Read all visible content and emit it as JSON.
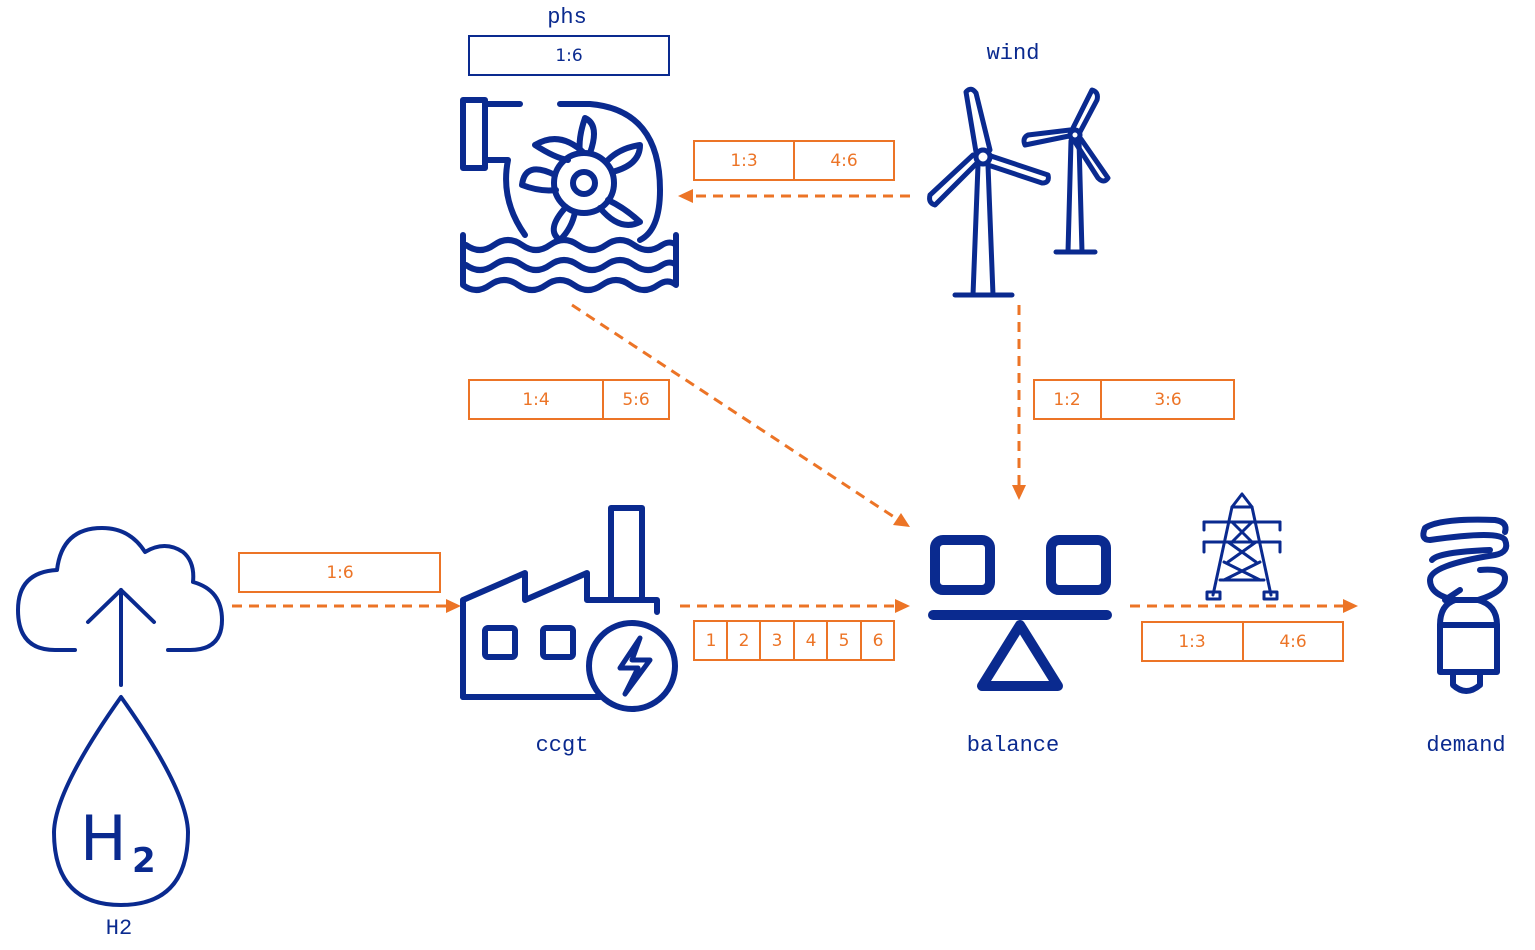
{
  "nodes": {
    "phs": {
      "label": "phs",
      "box": [
        "1:6"
      ]
    },
    "wind": {
      "label": "wind"
    },
    "h2": {
      "label": "H2",
      "icon_text": "H",
      "icon_sub": "2"
    },
    "ccgt": {
      "label": "ccgt"
    },
    "balance": {
      "label": "balance"
    },
    "demand": {
      "label": "demand"
    }
  },
  "flows": {
    "wind_to_phs": [
      "1:3",
      "4:6"
    ],
    "phs_to_balance": [
      "1:4",
      "5:6"
    ],
    "wind_to_balance": [
      "1:2",
      "3:6"
    ],
    "h2_to_ccgt": [
      "1:6"
    ],
    "ccgt_to_balance": [
      "1",
      "2",
      "3",
      "4",
      "5",
      "6"
    ],
    "balance_to_demand": [
      "1:3",
      "4:6"
    ]
  },
  "icons": {
    "phs": "water-turbine-icon",
    "wind": "wind-turbines-icon",
    "h2": "hydrogen-cloud-icon",
    "ccgt": "power-plant-icon",
    "balance": "balance-scale-icon",
    "pylon": "transmission-tower-icon",
    "demand": "light-bulb-icon"
  },
  "colors": {
    "accent": "#ec7426",
    "primary": "#0a2a8f"
  }
}
